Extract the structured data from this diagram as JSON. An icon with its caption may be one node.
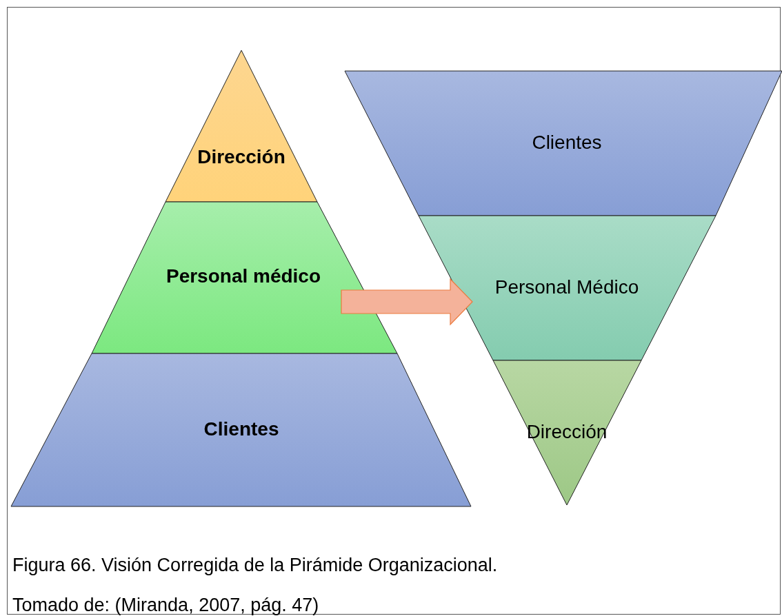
{
  "diagram": {
    "caption": "Figura 66. Visión Corregida de la Pirámide Organizacional.",
    "nodes": [
      {
        "text": [
          "Dirección"
        ]
      },
      {
        "text": [
          "Personal médico"
        ]
      },
      {
        "text": [
          "Clientes"
        ]
      },
      {
        "text": [
          "Clientes"
        ]
      },
      {
        "text": [
          "Personal Médico"
        ]
      },
      {
        "text": [
          "Dirección"
        ]
      }
    ],
    "edges": [
      {
        "from": 1,
        "to": 4,
        "arrow": "to"
      }
    ],
    "labels": [
      "Tomado de: (Miranda, 2007, pág. 47)"
    ]
  }
}
